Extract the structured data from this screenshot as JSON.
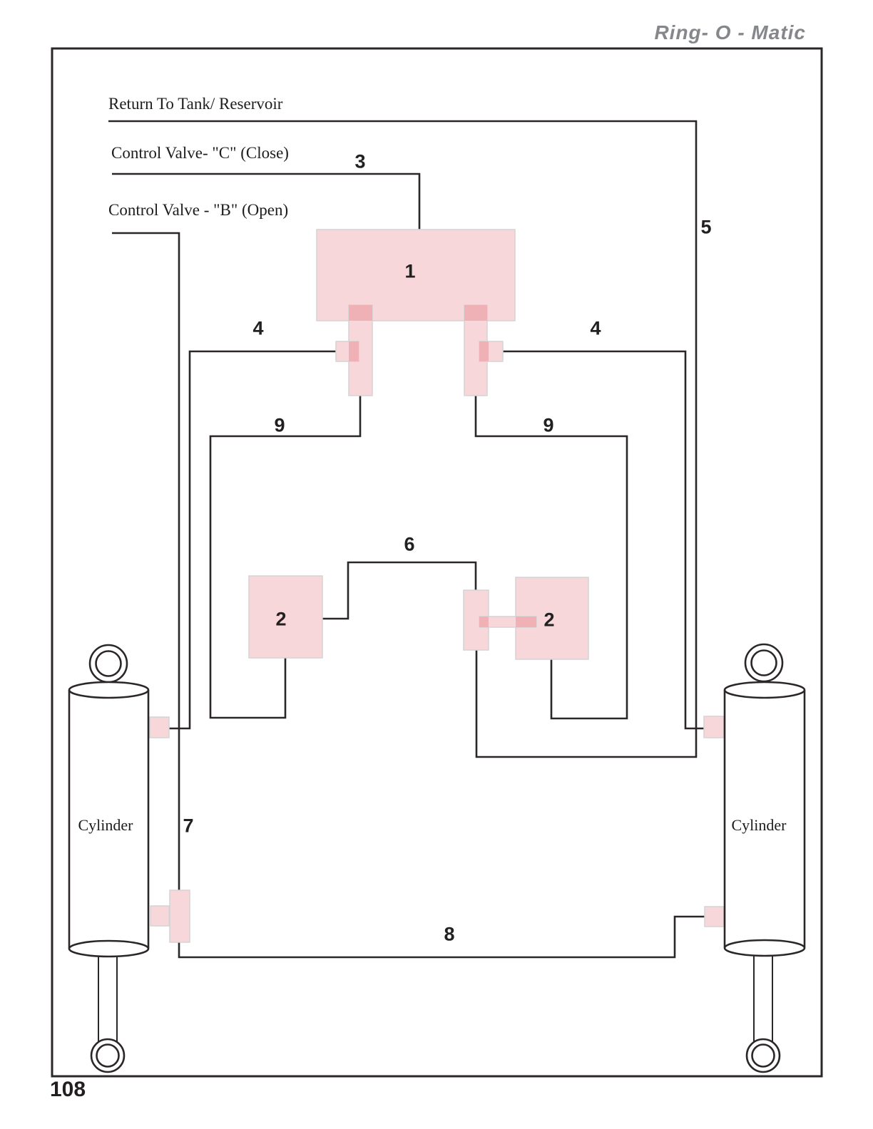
{
  "page": {
    "brand": "Ring- O - Matic",
    "page_number": "108"
  },
  "colors": {
    "pink_light": "#f7d7d9",
    "pink_dark": "#efb0b6",
    "line_black": "#2b2728",
    "brand_gray": "#85878a",
    "shape_border_gray": "#d4d4d4"
  },
  "diagram": {
    "line_labels": {
      "return_to_tank": "Return To Tank/ Reservoir",
      "control_valve_c": "Control Valve- \"C\" (Close)",
      "control_valve_b": "Control Valve - \"B\" (Open)"
    },
    "callouts": {
      "pump_block": "1",
      "valve_left": "2",
      "valve_right": "2",
      "line_3": "3",
      "line_4_left": "4",
      "line_4_right": "4",
      "line_5": "5",
      "line_6": "6",
      "line_7": "7",
      "line_8": "8",
      "line_9_left": "9",
      "line_9_right": "9"
    },
    "cylinder_left_label": "Cylinder",
    "cylinder_right_label": "Cylinder"
  }
}
